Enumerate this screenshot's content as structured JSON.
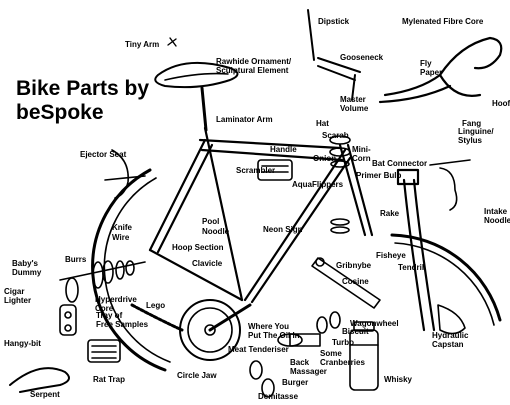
{
  "title_line1": "Bike Parts by",
  "title_line2": "beSpoke",
  "labels": [
    {
      "id": "tiny-arm",
      "text": "Tiny Arm"
    },
    {
      "id": "dipstick",
      "text": "Dipstick"
    },
    {
      "id": "mylenated-fibre-core",
      "text": "Mylenated Fibre Core"
    },
    {
      "id": "rawhide-ornament-1",
      "text": "Rawhide Ornament/"
    },
    {
      "id": "rawhide-ornament-2",
      "text": "Sculptural Element"
    },
    {
      "id": "gooseneck",
      "text": "Gooseneck"
    },
    {
      "id": "fly",
      "text": "Fly"
    },
    {
      "id": "paper",
      "text": "Paper"
    },
    {
      "id": "hoof",
      "text": "Hoof"
    },
    {
      "id": "master-volume-1",
      "text": "Master"
    },
    {
      "id": "master-volume-2",
      "text": "Volume"
    },
    {
      "id": "laminator-arm",
      "text": "Laminator Arm"
    },
    {
      "id": "hat",
      "text": "Hat"
    },
    {
      "id": "fang",
      "text": "Fang"
    },
    {
      "id": "scarab",
      "text": "Scarab"
    },
    {
      "id": "linguine-1",
      "text": "Linguine/"
    },
    {
      "id": "linguine-2",
      "text": "Stylus"
    },
    {
      "id": "ejector-seat",
      "text": "Ejector Seat"
    },
    {
      "id": "mini-corn-1",
      "text": "Mini-"
    },
    {
      "id": "mini-corn-2",
      "text": "Corn"
    },
    {
      "id": "handle",
      "text": "Handle"
    },
    {
      "id": "onion",
      "text": "Onion"
    },
    {
      "id": "bat-connector",
      "text": "Bat Connector"
    },
    {
      "id": "scrambler",
      "text": "Scrambler"
    },
    {
      "id": "aquaflippers",
      "text": "AquaFlippers"
    },
    {
      "id": "primer-bulb",
      "text": "Primer Bulb"
    },
    {
      "id": "knife-wire-1",
      "text": "Knife"
    },
    {
      "id": "knife-wire-2",
      "text": "Wire"
    },
    {
      "id": "pool-noodle-1",
      "text": "Pool"
    },
    {
      "id": "pool-noodle-2",
      "text": "Noodle"
    },
    {
      "id": "rake",
      "text": "Rake"
    },
    {
      "id": "intake-noodle-1",
      "text": "Intake"
    },
    {
      "id": "intake-noodle-2",
      "text": "Noodle"
    },
    {
      "id": "neon-sign",
      "text": "Neon Sign"
    },
    {
      "id": "hoop-section",
      "text": "Hoop Section"
    },
    {
      "id": "fisheye",
      "text": "Fisheye"
    },
    {
      "id": "babys-dummy-1",
      "text": "Baby's"
    },
    {
      "id": "babys-dummy-2",
      "text": "Dummy"
    },
    {
      "id": "burrs",
      "text": "Burrs"
    },
    {
      "id": "clavicle",
      "text": "Clavicle"
    },
    {
      "id": "gribnybe",
      "text": "Gribnybe"
    },
    {
      "id": "tendril",
      "text": "Tendril"
    },
    {
      "id": "cigar-lighter-1",
      "text": "Cigar"
    },
    {
      "id": "cigar-lighter-2",
      "text": "Lighter"
    },
    {
      "id": "cosine",
      "text": "Cosine"
    },
    {
      "id": "hyperdrive-core-1",
      "text": "Hyperdrive"
    },
    {
      "id": "hyperdrive-core-2",
      "text": "Core"
    },
    {
      "id": "lego",
      "text": "Lego"
    },
    {
      "id": "tray-samples-1",
      "text": "Tray of"
    },
    {
      "id": "tray-samples-2",
      "text": "Free Samples"
    },
    {
      "id": "wagonwheel",
      "text": "Wagonwheel"
    },
    {
      "id": "hangy-bit",
      "text": "Hangy-bit"
    },
    {
      "id": "where-you-1",
      "text": "Where You"
    },
    {
      "id": "where-you-2",
      "text": "Put The Oil In"
    },
    {
      "id": "biscuit",
      "text": "Biscuit"
    },
    {
      "id": "turbo",
      "text": "Turbo"
    },
    {
      "id": "hydraulic-capstan-1",
      "text": "Hydraulic"
    },
    {
      "id": "hydraulic-capstan-2",
      "text": "Capstan"
    },
    {
      "id": "meat-tenderiser",
      "text": "Meat Tenderiser"
    },
    {
      "id": "some-cranberries-1",
      "text": "Some"
    },
    {
      "id": "some-cranberries-2",
      "text": "Cranberries"
    },
    {
      "id": "back-massager-1",
      "text": "Back"
    },
    {
      "id": "back-massager-2",
      "text": "Massager"
    },
    {
      "id": "rat-trap",
      "text": "Rat Trap"
    },
    {
      "id": "circle-jaw",
      "text": "Circle Jaw"
    },
    {
      "id": "whisky",
      "text": "Whisky"
    },
    {
      "id": "burger",
      "text": "Burger"
    },
    {
      "id": "serpent",
      "text": "Serpent"
    },
    {
      "id": "demitasse",
      "text": "Demitasse"
    }
  ],
  "colors": {
    "ink": "#000000",
    "paper": "#ffffff"
  }
}
